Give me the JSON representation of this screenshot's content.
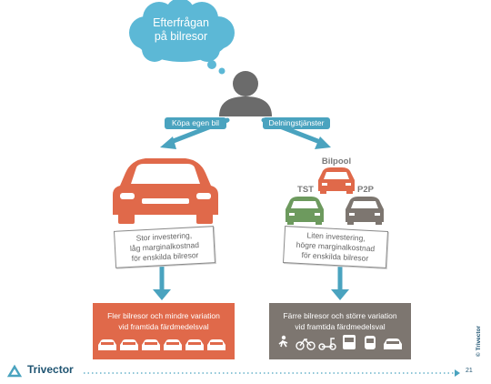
{
  "cloud": {
    "line1": "Efterfrågan",
    "line2": "på bilresor"
  },
  "branches": {
    "left": {
      "label": "Köpa egen bil",
      "note": [
        "Stor investering,",
        "låg marginalkostnad",
        "för enskilda bilresor"
      ],
      "outcome": [
        "Fler bilresor och mindre variation",
        "vid framtida färdmedelsval"
      ]
    },
    "right": {
      "label": "Delningstjänster",
      "cars": [
        "Bilpool",
        "TST",
        "P2P"
      ],
      "note": [
        "Liten investering,",
        "högre marginalkostnad",
        "för enskilda bilresor"
      ],
      "outcome": [
        "Färre bilresor och större variation",
        "vid framtida färdmedelsval"
      ]
    }
  },
  "footer": {
    "brand": "Trivector",
    "page": "21",
    "copyright": "© Trivector"
  },
  "colors": {
    "teal": "#4aa3bf",
    "cloud": "#5cb8d6",
    "orange": "#e0694a",
    "green": "#6d9a5e",
    "gray": "#7d7670",
    "person": "#6b6b6b"
  }
}
